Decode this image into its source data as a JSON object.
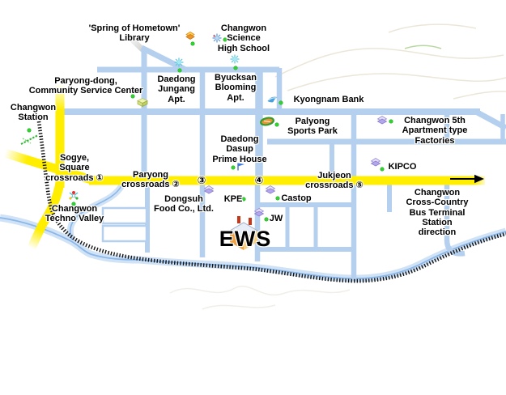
{
  "map_title": "Changwon area guide map",
  "colors": {
    "main_road_yellow": "#ffee00",
    "road_blue": "#b4d0ee",
    "river_blue": "#cfe2f6",
    "railroad_black": "#111111",
    "marker_green_dot": "#2fd42f",
    "contour_beige": "#ebe6d8"
  },
  "direction_arrow": "right",
  "labels": {
    "library": {
      "text": "'Spring of Hometown'\nLibrary"
    },
    "science_hs": {
      "text": "Changwon\nScience\nHigh School"
    },
    "community": {
      "text": "Paryong-dong,\nCommunity Service Center"
    },
    "jungang": {
      "text": "Daedong\nJungang\nApt."
    },
    "byucksan": {
      "text": "Byucksan\nBlooming\nApt."
    },
    "station": {
      "text": "Changwon\nStation"
    },
    "bank": {
      "text": "Kyongnam Bank"
    },
    "sports": {
      "text": "Palyong\nSports Park"
    },
    "fifth": {
      "text": "Changwon 5th\nApartment type Factories"
    },
    "sogye": {
      "text": "Sogye,\nSquare\ncrossroads ①"
    },
    "paryong2": {
      "text": "Paryong\ncrossroads ②"
    },
    "cross3": {
      "text": "③"
    },
    "cross4": {
      "text": "④"
    },
    "dasup": {
      "text": "Daedong\nDasup\nPrime House"
    },
    "kipco": {
      "text": "KIPCO"
    },
    "jukjeon": {
      "text": "Jukjeon\ncrossroads ⑤"
    },
    "terminal": {
      "text": "Changwon\nCross-Country\nBus Terminal Station direction"
    },
    "technovalley": {
      "text": "Changwon\nTechno Valley"
    },
    "dongsuh": {
      "text": "Dongsuh\nFood Co., Ltd."
    },
    "kpe": {
      "text": "KPE"
    },
    "castop": {
      "text": "Castop"
    },
    "jw": {
      "text": "JW"
    },
    "ews": {
      "text": "EWS"
    }
  },
  "icons": {
    "library": "library-icon",
    "science_hs": "school-icon",
    "community": "community-center-icon",
    "jungang": "apartment-icon",
    "byucksan": "apartment-icon",
    "station": "station-icon",
    "bank": "bank-icon",
    "sports": "sports-park-icon",
    "fifth": "book-icon",
    "kipco": "book-icon",
    "dasup": "flag-icon",
    "technovalley": "technovalley-icon",
    "kpe": "book-icon",
    "castop": "book-icon",
    "jw": "book-icon",
    "ews": "factory-icon"
  }
}
